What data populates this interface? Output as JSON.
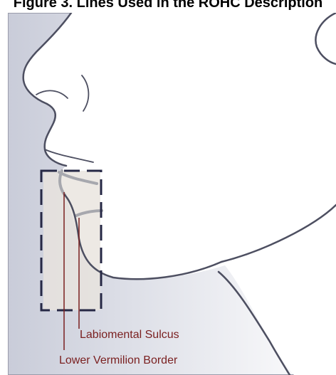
{
  "figure": {
    "title": "Figure 3. Lines Used in the ROHC Description"
  },
  "labels": {
    "labiomental_sulcus": "Labiomental Sulcus",
    "lower_vermilion_border": "Lower Vermilion Border"
  },
  "colors": {
    "background_gradient_start": "#c9ccd9",
    "background_gradient_end": "#ffffff",
    "face_fill": "#ffffff",
    "outline": "#4d4f61",
    "dashed_box": "#262845",
    "callout_line": "#7a1f1f",
    "callout_text": "#7a1f1f",
    "highlight_fill": "#e9e4dd"
  }
}
